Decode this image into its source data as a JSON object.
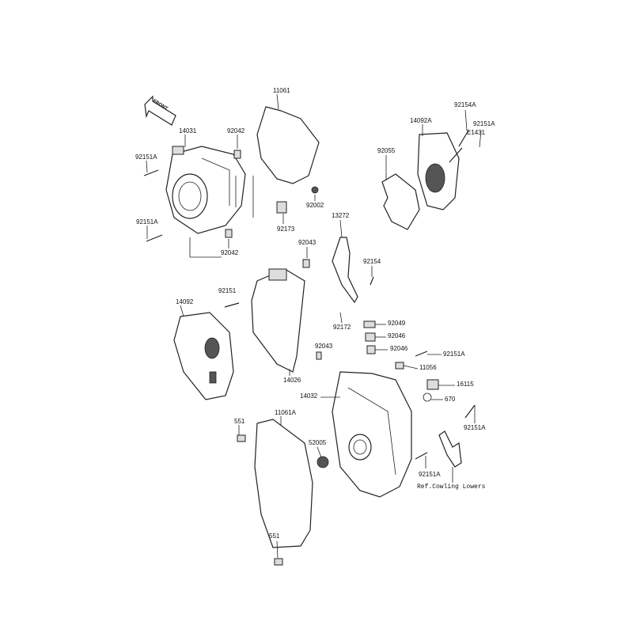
{
  "diagram": {
    "code": "E1431",
    "front_arrow": "FRONT",
    "labels": [
      "11061",
      "14031",
      "92042",
      "14092A",
      "92154A",
      "92151A",
      "92151A",
      "92055",
      "92002",
      "92173",
      "92151A",
      "13272",
      "92042",
      "92043",
      "92154",
      "92151",
      "14092",
      "92172",
      "92049",
      "92046",
      "92046",
      "92151A",
      "11056",
      "14026",
      "16115",
      "14032",
      "670",
      "11061A",
      "551",
      "92151A",
      "52005",
      "92151A",
      "Ref.Cowling Lowers",
      "551",
      "92043"
    ]
  }
}
